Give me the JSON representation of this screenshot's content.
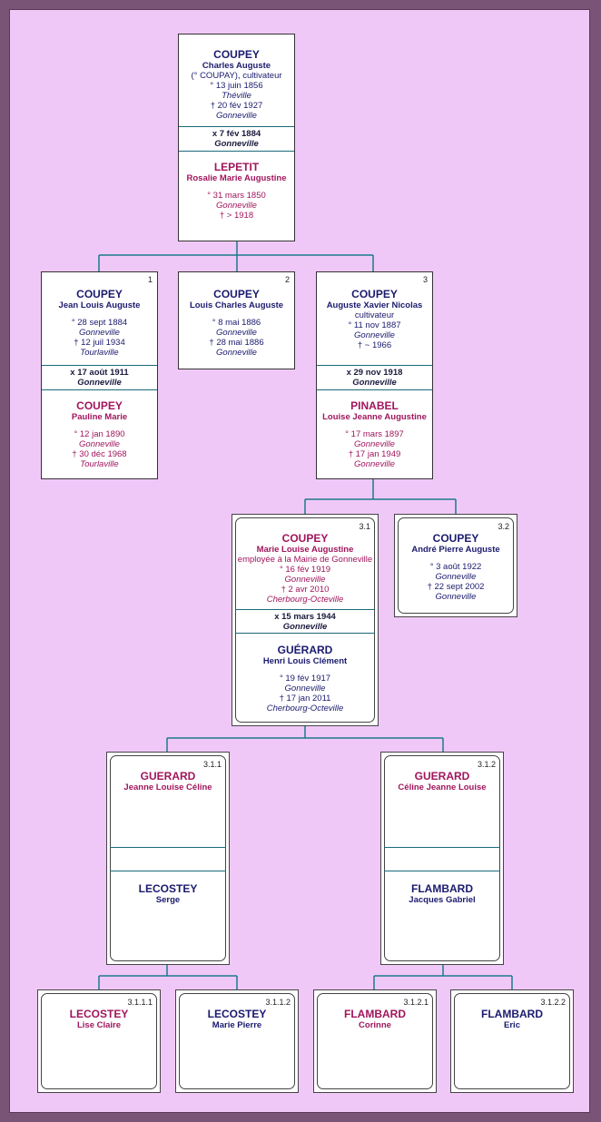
{
  "root": {
    "husband": {
      "surname": "COUPEY",
      "given": "Charles Auguste",
      "occ": "(° COUPAY), cultivateur",
      "birth": "° 13 juin 1856",
      "birth_place": "Théville",
      "death": "† 20 fév 1927",
      "death_place": "Gonneville"
    },
    "marriage": {
      "date": "x 7 fév 1884",
      "place": "Gonneville"
    },
    "wife": {
      "surname": "LEPETIT",
      "given": "Rosalie Marie Augustine",
      "birth": "° 31 mars 1850",
      "birth_place": "Gonneville",
      "death": "† > 1918"
    }
  },
  "c1": {
    "num": "1",
    "husband": {
      "surname": "COUPEY",
      "given": "Jean Louis Auguste",
      "birth": "° 28 sept 1884",
      "birth_place": "Gonneville",
      "death": "† 12 juil 1934",
      "death_place": "Tourlaville"
    },
    "marriage": {
      "date": "x 17 août 1911",
      "place": "Gonneville"
    },
    "wife": {
      "surname": "COUPEY",
      "given": "Pauline Marie",
      "birth": "° 12 jan 1890",
      "birth_place": "Gonneville",
      "death": "† 30 déc 1968",
      "death_place": "Tourlaville"
    }
  },
  "c2": {
    "num": "2",
    "surname": "COUPEY",
    "given": "Louis Charles Auguste",
    "birth": "° 8 mai 1886",
    "birth_place": "Gonneville",
    "death": "† 28 mai 1886",
    "death_place": "Gonneville"
  },
  "c3": {
    "num": "3",
    "husband": {
      "surname": "COUPEY",
      "given": "Auguste Xavier Nicolas",
      "occ": "cultivateur",
      "birth": "° 11 nov 1887",
      "birth_place": "Gonneville",
      "death": "† ~ 1966"
    },
    "marriage": {
      "date": "x 29 nov 1918",
      "place": "Gonneville"
    },
    "wife": {
      "surname": "PINABEL",
      "given": "Louise Jeanne Augustine",
      "birth": "° 17 mars 1897",
      "birth_place": "Gonneville",
      "death": "† 17 jan 1949",
      "death_place": "Gonneville"
    }
  },
  "c31": {
    "num": "3.1",
    "wife": {
      "surname": "COUPEY",
      "given": "Marie Louise Augustine",
      "occ": "employée à la Mairie de Gonneville",
      "birth": "° 16 fév 1919",
      "birth_place": "Gonneville",
      "death": "† 2 avr 2010",
      "death_place": "Cherbourg-Octeville"
    },
    "marriage": {
      "date": "x 15 mars 1944",
      "place": "Gonneville"
    },
    "husband": {
      "surname": "GUÉRARD",
      "given": "Henri Louis Clément",
      "birth": "° 19 fév 1917",
      "birth_place": "Gonneville",
      "death": "† 17 jan 2011",
      "death_place": "Cherbourg-Octeville"
    }
  },
  "c32": {
    "num": "3.2",
    "surname": "COUPEY",
    "given": "André Pierre Auguste",
    "birth": "° 3 août 1922",
    "birth_place": "Gonneville",
    "death": "† 22 sept 2002",
    "death_place": "Gonneville"
  },
  "c311": {
    "num": "3.1.1",
    "wife": {
      "surname": "GUERARD",
      "given": "Jeanne Louise Céline"
    },
    "husband": {
      "surname": "LECOSTEY",
      "given": "Serge"
    }
  },
  "c312": {
    "num": "3.1.2",
    "wife": {
      "surname": "GUERARD",
      "given": "Céline Jeanne Louise"
    },
    "husband": {
      "surname": "FLAMBARD",
      "given": "Jacques Gabriel"
    }
  },
  "c3111": {
    "num": "3.1.1.1",
    "surname": "LECOSTEY",
    "given": "Lise Claire"
  },
  "c3112": {
    "num": "3.1.1.2",
    "surname": "LECOSTEY",
    "given": "Marie Pierre"
  },
  "c3121": {
    "num": "3.1.2.1",
    "surname": "FLAMBARD",
    "given": "Corinne"
  },
  "c3122": {
    "num": "3.1.2.2",
    "surname": "FLAMBARD",
    "given": "Eric"
  },
  "colors": {
    "background": "#f0c8f8",
    "frame": "#7a5476",
    "male": "#1a1a6e",
    "female": "#a0155c",
    "connector": "#1a7a8a"
  }
}
